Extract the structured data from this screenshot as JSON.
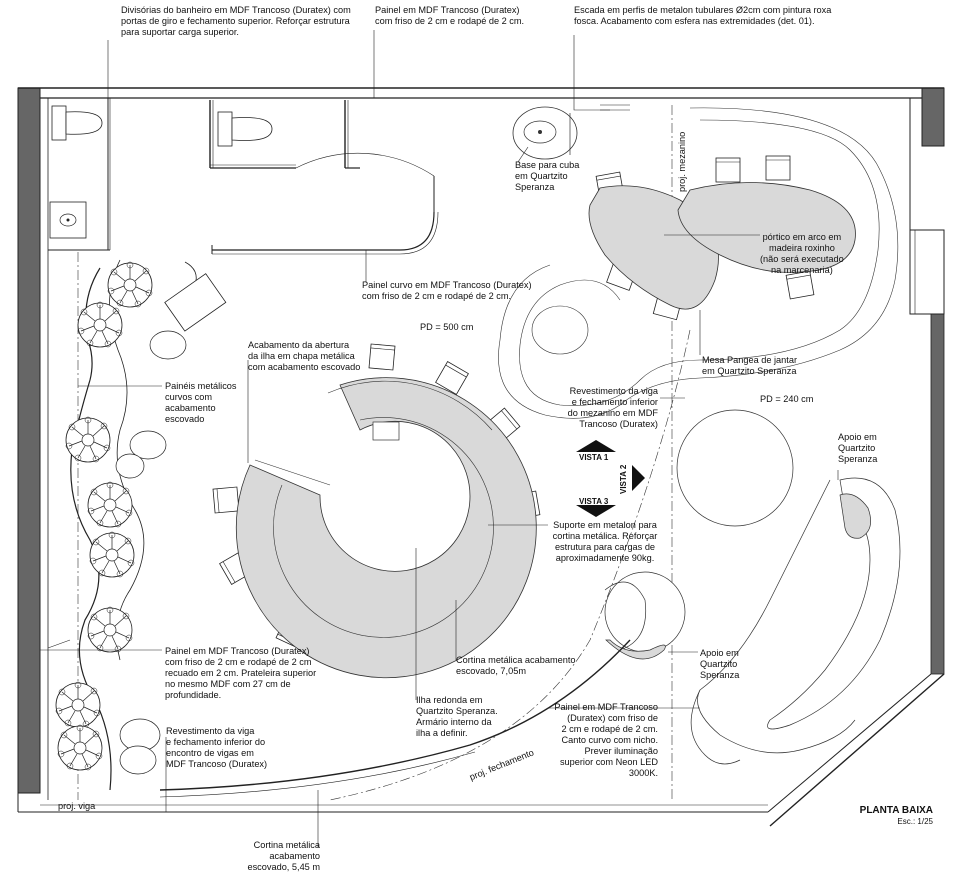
{
  "notes": {
    "divisorias": "Divisórias do banheiro em MDF Trancoso (Duratex) com\nportas de giro e fechamento superior. Reforçar estrutura\npara suportar carga superior.",
    "painel_top": "Painel em MDF Trancoso (Duratex)\ncom friso de 2 cm e rodapé de 2 cm.",
    "escada": "Escada em perfis de metalon tubulares Ø2cm com pintura roxa\nfosca. Acabamento com esfera nas extremidades (det. 01).",
    "base_cuba": "Base para cuba\nem Quartzito\nSperanza",
    "proj_mezanino": "proj. mezanino",
    "portico": "pórtico em arco em\nmadeira roxinho\n(não será executado\nna marcenaria)",
    "painel_curvo": "Painel curvo em MDF Trancoso (Duratex)\ncom friso de 2 cm e rodapé de 2 cm.",
    "pd_500": "PD = 500 cm",
    "acabamento_abertura": "Acabamento da abertura\nda ilha em chapa metálica\ncom acabamento escovado",
    "mesa_pangea": "Mesa Pangea de jantar\nem Quartzito Speranza",
    "paineis_metalicos": "Painéis metálicos\ncurvos com\nacabamento\nescovado",
    "revestimento_viga_mez": "Revestimento da viga\ne fechamento inferior\ndo mezanino em MDF\nTrancoso (Duratex)",
    "pd_240": "PD = 240 cm",
    "apoio_1": "Apoio em\nQuartzito\nSperanza",
    "suporte": "Suporte em metalon para\ncortina metálica. Reforçar\nestrutura para cargas de\naproximadamente 90kg.",
    "apoio_2": "Apoio em\nQuartzito\nSperanza",
    "painel_recuado": "Painel em MDF Trancoso (Duratex)\ncom friso de 2 cm e rodapé de 2 cm\nrecuado em 2 cm. Prateleira superior\nno mesmo MDF com 27 cm de\nprofundidade.",
    "cortina_705": "Cortina metálica acabamento\nescovado, 7,05m",
    "ilha": "Ilha redonda em\nQuartzito Speranza.\nArmário interno da\nilha a definir.",
    "painel_nicho": "Painel em MDF Trancoso\n(Duratex) com friso de\n2 cm e rodapé de 2 cm.\nCanto curvo com nicho.\nPrever iluminação\nsuperior com Neon LED\n3000K.",
    "revestimento_encontro": "Revestimento da viga\ne fechamento inferior do\nencontro de vigas em\nMDF Trancoso (Duratex)",
    "proj_fechamento": "proj. fechamento",
    "proj_viga": "proj. viga",
    "cortina_545": "Cortina metálica\nacabamento\nescovado, 5,45 m"
  },
  "vistas": {
    "v1": "VISTA 1",
    "v2": "VISTA 2",
    "v3": "VISTA 3"
  },
  "title": "PLANTA BAIXA",
  "scale": "Esc.: 1/25",
  "colors": {
    "line": "#1a1a1a",
    "fill": "#d9d9d9",
    "wall": "#666666"
  }
}
